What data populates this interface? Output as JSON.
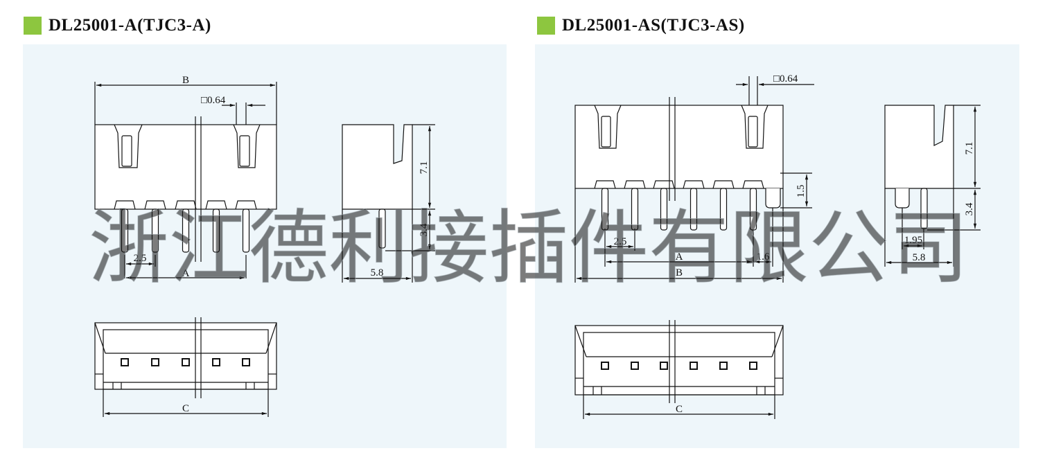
{
  "colors": {
    "accent": "#8dc63f",
    "panel_bg": "#eef6fa",
    "line": "#111111",
    "watermark": "#ffffff"
  },
  "left": {
    "title": "DL25001-A(TJC3-A)",
    "labels": {
      "B": "B",
      "pin_size": "□0.64",
      "h1": "7.1",
      "h2": "3.4",
      "pitch": "2.5",
      "A": "A",
      "depth": "5.8",
      "C": "C"
    }
  },
  "right": {
    "title": "DL25001-AS(TJC3-AS)",
    "labels": {
      "pin_size": "□0.64",
      "h1": "7.1",
      "h2": "3.4",
      "h3": "1.5",
      "pitch": "2.5",
      "A": "A",
      "offset": "1.6",
      "B": "B",
      "depth": "5.8",
      "pin_offset": "1.95",
      "C": "C"
    }
  },
  "watermark": "浙江德利接插件有限公司"
}
